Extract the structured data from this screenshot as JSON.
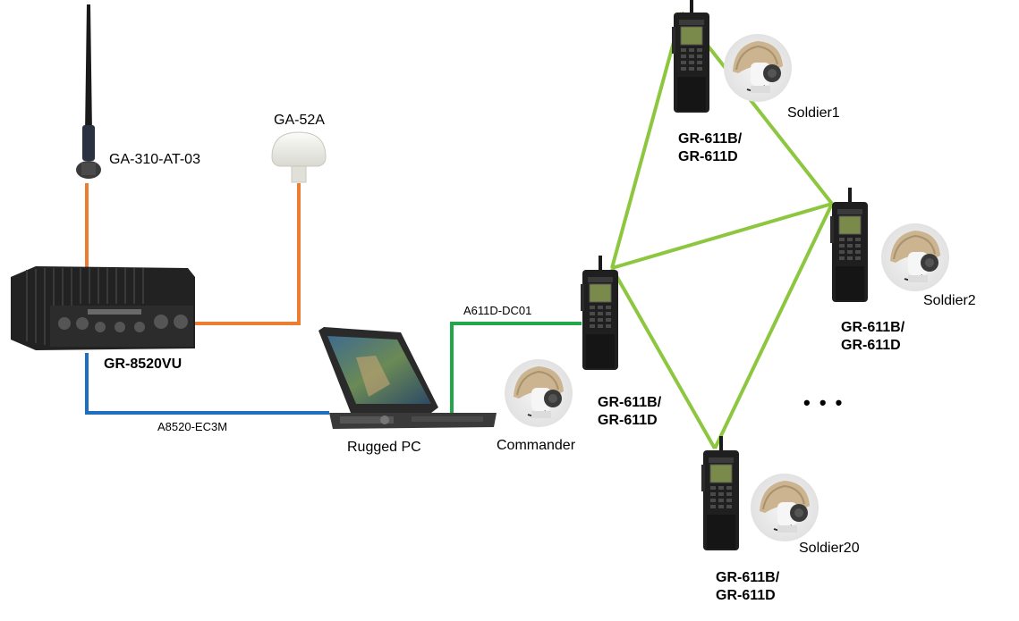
{
  "colors": {
    "mesh_link": "#8dc63f",
    "rf_cable": "#ed7d31",
    "ethernet_cable": "#1f6fc0",
    "dc_cable": "#22a84a"
  },
  "labels": {
    "antenna": "GA-310-AT-03",
    "gps": "GA-52A",
    "vehicle_radio": "GR-8520VU",
    "pc_cable": "A8520-EC3M",
    "pc": "Rugged PC",
    "dc_cable": "A611D-DC01",
    "commander": "Commander",
    "soldier1": "Soldier1",
    "soldier2": "Soldier2",
    "soldier20": "Soldier20",
    "ellipsis": "• • •"
  },
  "radios": {
    "model_line1": "GR-611B/",
    "model_line2": "GR-611D"
  }
}
